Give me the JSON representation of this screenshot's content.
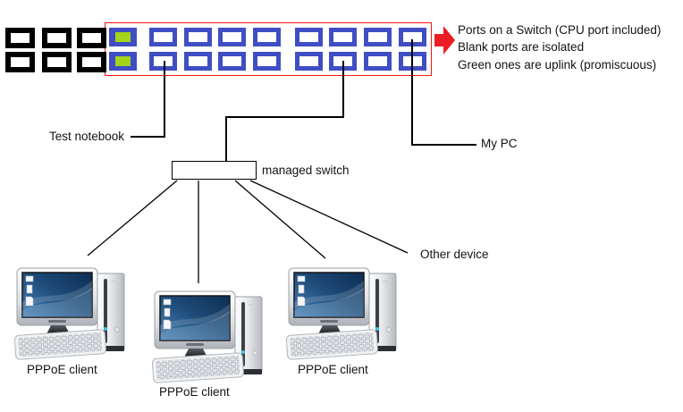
{
  "diagram": {
    "legend": {
      "line1": "Ports on a Switch (CPU port included)",
      "line2": "Blank ports are isolated",
      "line3": "Green ones are uplink (promiscuous)"
    },
    "labels": {
      "test_notebook": "Test notebook",
      "my_pc": "My PC",
      "managed_switch": "managed switch",
      "other_device": "Other device"
    },
    "pc_labels": [
      "PPPoE client",
      "PPPoE client",
      "PPPoE client"
    ],
    "ports": {
      "rows": 2,
      "isolated_outside_cols": 3,
      "boxed_cols": [
        {
          "type": "uplink"
        },
        {
          "type": "blank"
        },
        {
          "type": "blank"
        },
        {
          "type": "blank"
        },
        {
          "type": "blank"
        },
        {
          "type": "blank"
        },
        {
          "type": "blank"
        },
        {
          "type": "blank"
        },
        {
          "type": "blank"
        }
      ]
    },
    "colors": {
      "port_blue": "#3f4ec3",
      "uplink_green": "#a5d31a",
      "arrow_red": "#ec1c24",
      "callout_border_red": "#ff1414",
      "connector_black": "#000000"
    }
  }
}
